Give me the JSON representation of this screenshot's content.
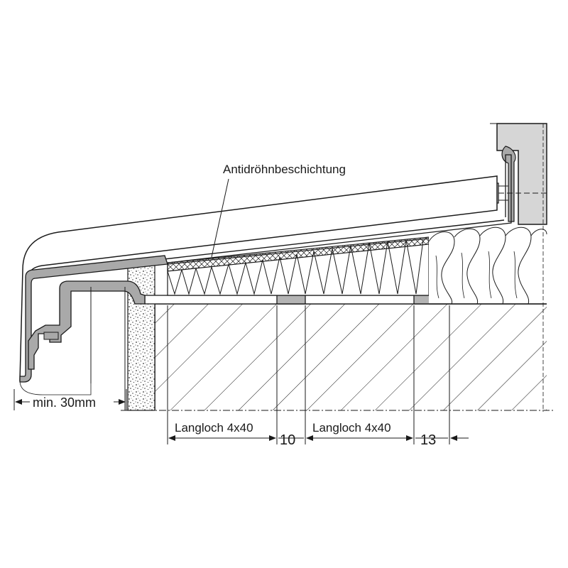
{
  "labels": {
    "antidroehn": "Antidröhnbeschichtung",
    "min_distance": "min. 30mm",
    "slot_1": "Langloch 4x40",
    "slot_2": "Langloch 4x40",
    "dim_10": "10",
    "dim_13": "13"
  },
  "colors": {
    "line": "#1a1a1a",
    "profile_fill": "#a9a9a9",
    "block_fill": "#b4b4b4",
    "wall_fill": "#d6d6d6",
    "background": "#ffffff"
  }
}
